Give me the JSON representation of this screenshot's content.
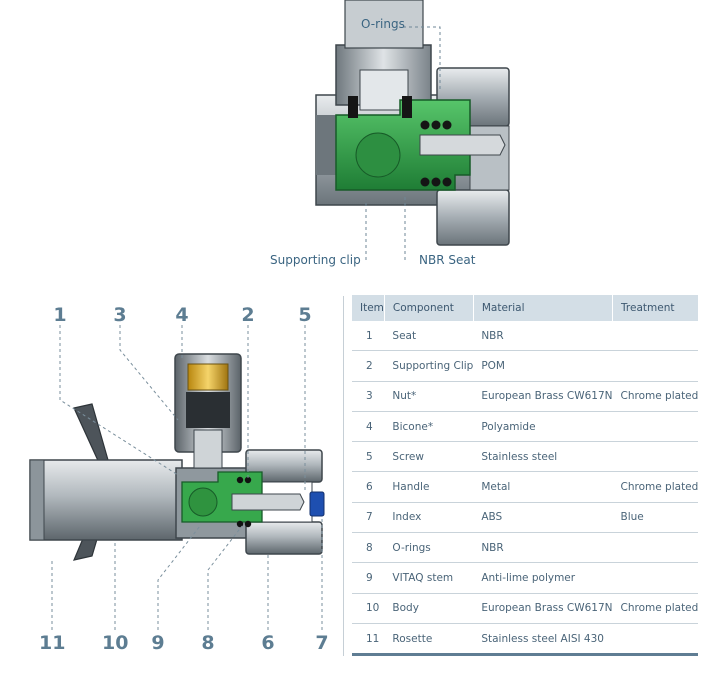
{
  "top_callouts": {
    "o_rings": "O-rings",
    "supporting_clip": "Supporting clip",
    "nbr_seat": "NBR Seat"
  },
  "part_numbers": [
    "1",
    "3",
    "4",
    "2",
    "5",
    "11",
    "10",
    "9",
    "8",
    "6",
    "7"
  ],
  "table": {
    "headers": {
      "item": "Item",
      "component": "Component",
      "material": "Material",
      "treatment": "Treatment"
    },
    "rows": [
      {
        "item": "1",
        "component": "Seat",
        "material": "NBR",
        "treatment": ""
      },
      {
        "item": "2",
        "component": "Supporting Clip",
        "material": "POM",
        "treatment": ""
      },
      {
        "item": "3",
        "component": "Nut*",
        "material": "European Brass CW617N",
        "treatment": "Chrome plated"
      },
      {
        "item": "4",
        "component": "Bicone*",
        "material": "Polyamide",
        "treatment": ""
      },
      {
        "item": "5",
        "component": "Screw",
        "material": "Stainless steel",
        "treatment": ""
      },
      {
        "item": "6",
        "component": "Handle",
        "material": "Metal",
        "treatment": "Chrome plated"
      },
      {
        "item": "7",
        "component": "Index",
        "material": "ABS",
        "treatment": "Blue"
      },
      {
        "item": "8",
        "component": "O-rings",
        "material": "NBR",
        "treatment": ""
      },
      {
        "item": "9",
        "component": "VITAQ stem",
        "material": "Anti-lime polymer",
        "treatment": ""
      },
      {
        "item": "10",
        "component": "Body",
        "material": "European Brass CW617N",
        "treatment": "Chrome plated"
      },
      {
        "item": "11",
        "component": "Rosette",
        "material": "Stainless steel AISI 430",
        "treatment": ""
      }
    ]
  },
  "colors": {
    "label_blue": "#3b6582",
    "callout_number": "#5d7d92",
    "table_header_bg": "#d3dee6",
    "component_green": "#2f9a45",
    "metal_grey": "#9aa3a9",
    "index_blue": "#1e4fb0"
  }
}
